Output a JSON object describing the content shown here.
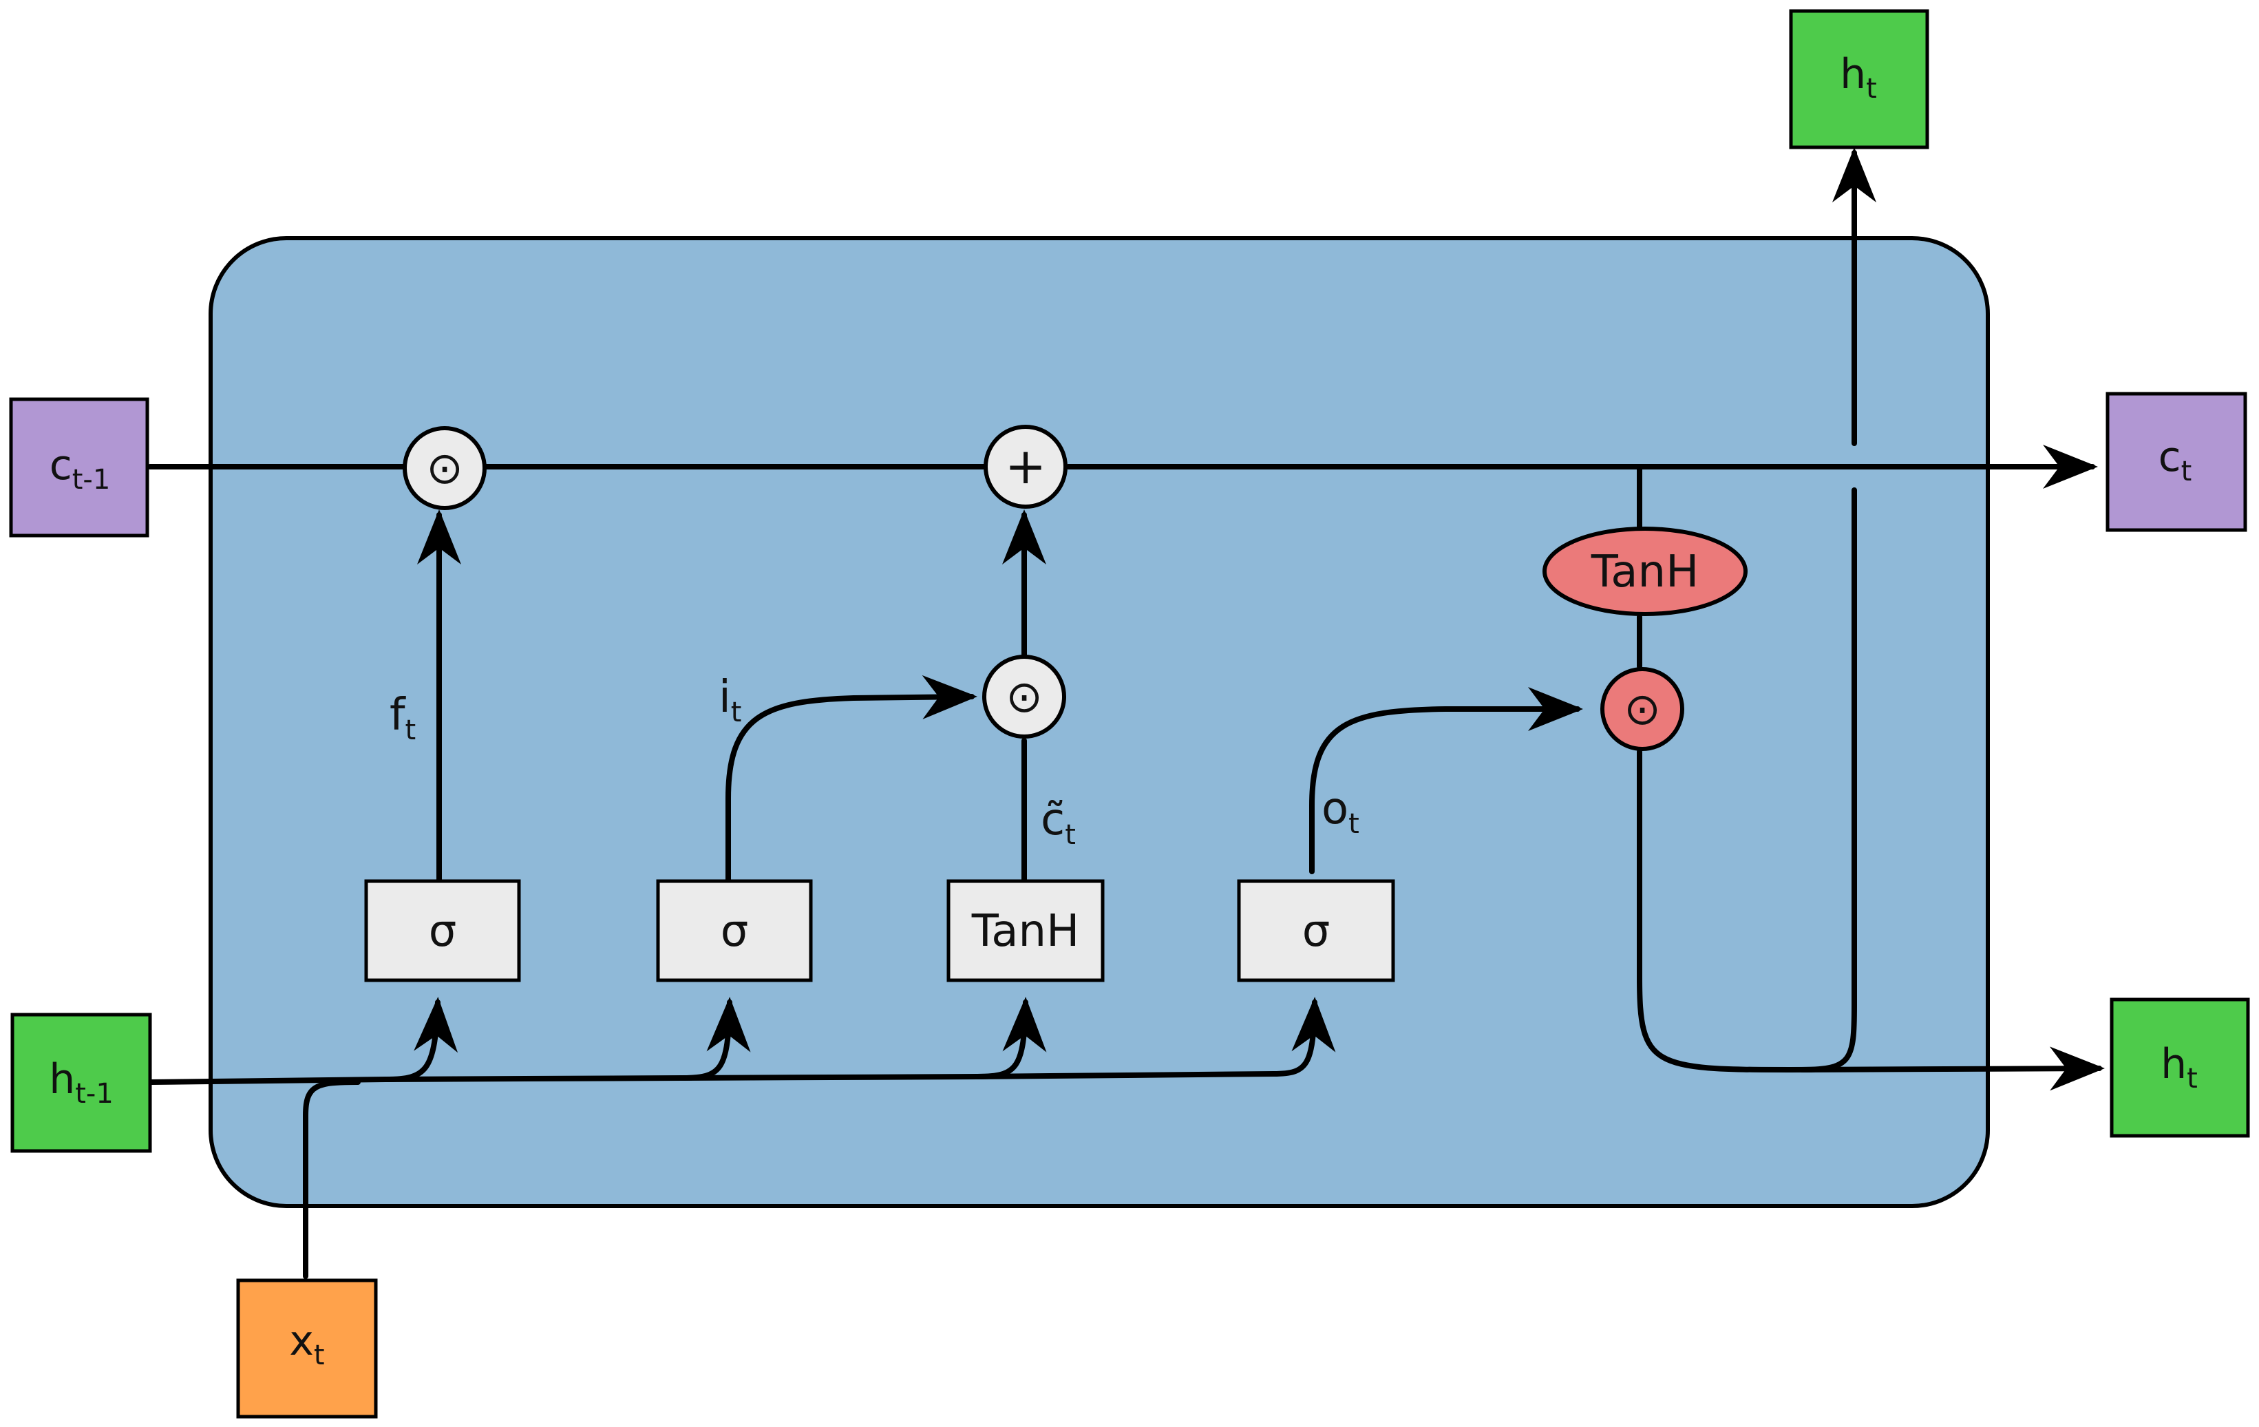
{
  "colors": {
    "cell_body": "#8FB9D8",
    "cell_state": "#B197D3",
    "hidden_state": "#4ECB4B",
    "input": "#FFA24B",
    "operator": "#EBEBEB",
    "output_gate": "#EB7A7A",
    "line": "#000000"
  },
  "nodes": {
    "c_prev": {
      "main": "c",
      "sub": "t-1"
    },
    "h_prev": {
      "main": "h",
      "sub": "t-1"
    },
    "x_t": {
      "main": "x",
      "sub": "t"
    },
    "c_out": {
      "main": "c",
      "sub": "t"
    },
    "h_out": {
      "main": "h",
      "sub": "t"
    },
    "h_up": {
      "main": "h",
      "sub": "t"
    }
  },
  "gates": {
    "forget": "σ",
    "input": "σ",
    "candidate": "TanH",
    "output": "σ"
  },
  "ops": {
    "forget_mult": "⊙",
    "add": "+",
    "input_mult": "⊙",
    "output_mult": "⊙",
    "tanh_out": "TanH"
  },
  "edge_labels": {
    "forget": {
      "main": "f",
      "sub": "t"
    },
    "input": {
      "main": "i",
      "sub": "t"
    },
    "candidate": {
      "main": "c̃",
      "sub": "t"
    },
    "output": {
      "main": "o",
      "sub": "t"
    }
  }
}
